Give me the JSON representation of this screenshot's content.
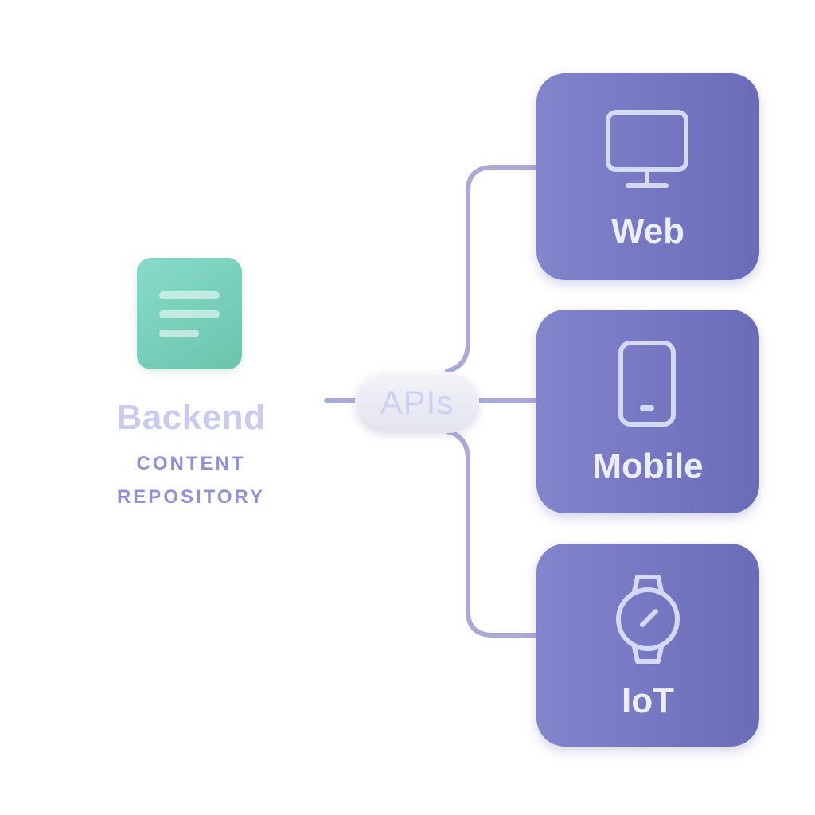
{
  "backend": {
    "title": "Backend",
    "subtitle_line1": "CONTENT",
    "subtitle_line2": "REPOSITORY",
    "icon": "document-icon"
  },
  "hub": {
    "label": "APIs"
  },
  "targets": [
    {
      "label": "Web",
      "icon": "monitor-icon"
    },
    {
      "label": "Mobile",
      "icon": "smartphone-icon"
    },
    {
      "label": "IoT",
      "icon": "smartwatch-icon"
    }
  ],
  "colors": {
    "backend_icon": "#7dd6c0",
    "backend_title": "#c9cbef",
    "backend_subtitle": "#8f91d6",
    "connector": "#a9aad8",
    "card": "#7577c2",
    "card_text": "#eceeff",
    "pill": "#e8e9f2",
    "pill_text": "#cfd1f2"
  }
}
